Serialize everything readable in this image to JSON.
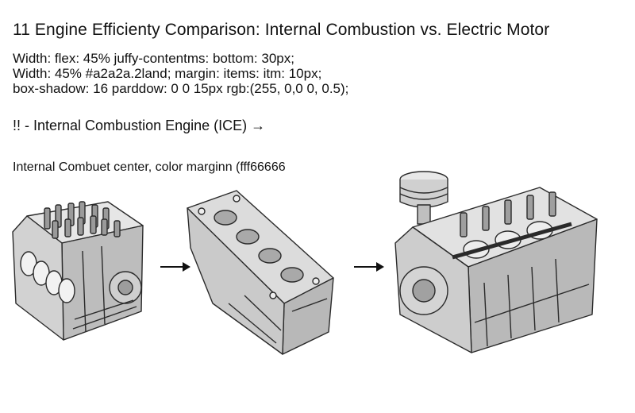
{
  "title": "11 Engine Efficienty Comparison: Internal Combustion vs. Electric Motor",
  "code_lines": [
    "Width: flex: 45% juffy-contentms: bottom: 30px;",
    "Width: 45% #a2a2a.2land; margin: items: itm: 10px;",
    "box-shadow: 16 parddow: 0 0 15px rgb:(255, 0,0 0, 0.5);"
  ],
  "heading": "!! - Internal Combustion Engine (ICE) →",
  "subheading": "Internal Combuet center, color marginn (fff66666",
  "illustrations": [
    "engine-block-icon",
    "cylinder-head-icon",
    "assembled-engine-icon"
  ],
  "colors": {
    "text": "#111111",
    "line": "#2a2a2a",
    "metal": "#c9c9c9",
    "metal_dark": "#8f8f8f",
    "metal_light": "#e6e6e6"
  }
}
